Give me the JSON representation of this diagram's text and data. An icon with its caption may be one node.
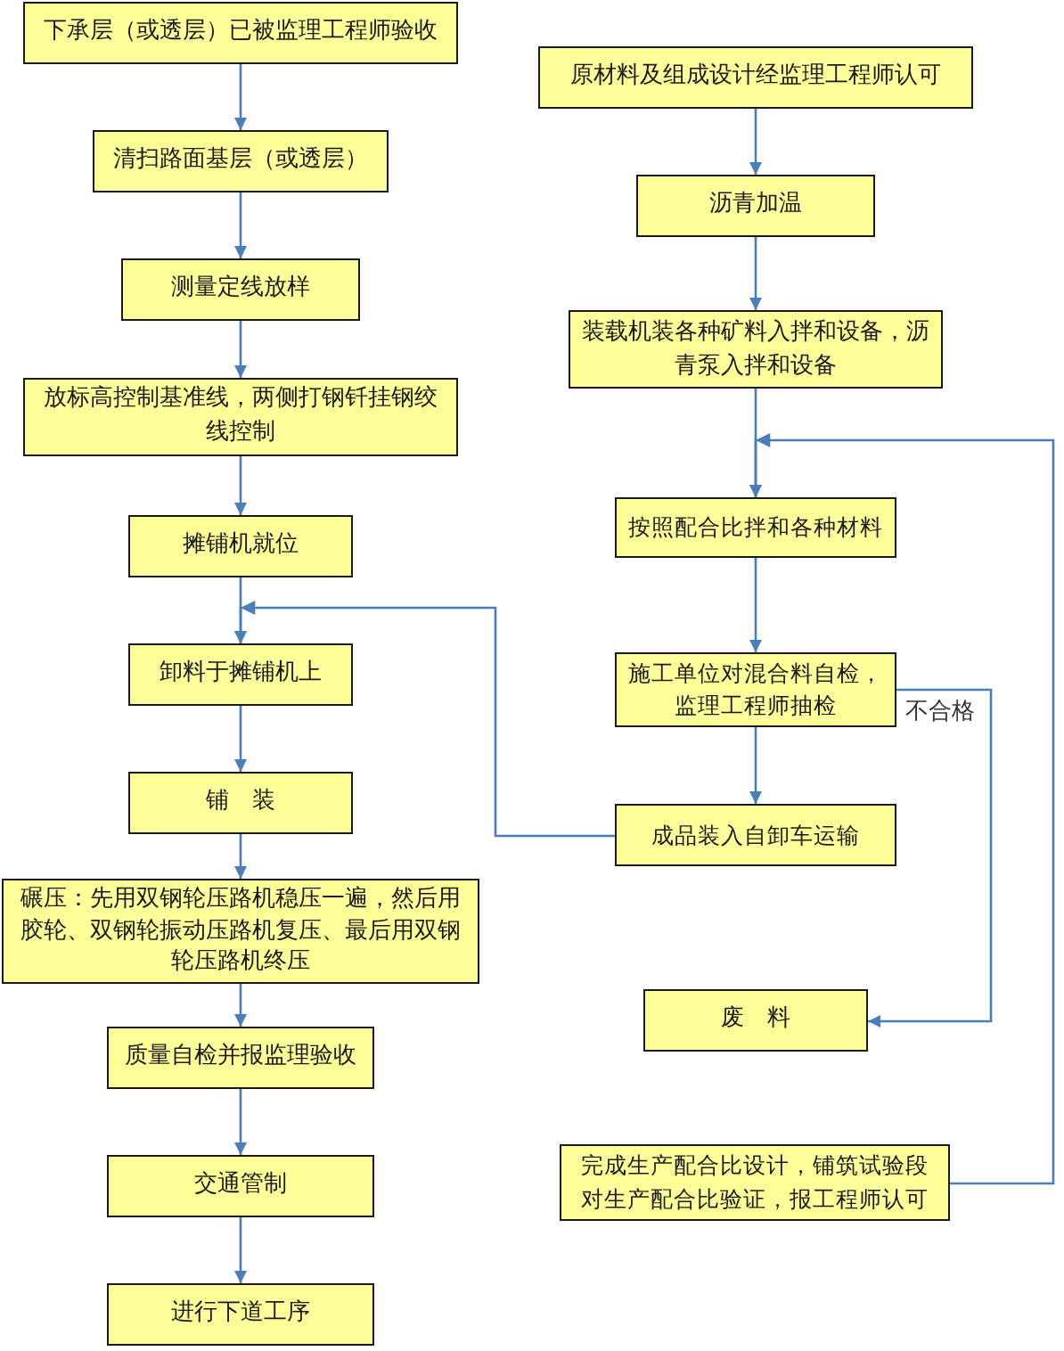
{
  "diagram": {
    "nodes": [
      {
        "text": [
          "下承层（或透层）已被监理工程师验收"
        ]
      },
      {
        "text": [
          "清扫路面基层（或透层）"
        ]
      },
      {
        "text": [
          "测量定线放样"
        ]
      },
      {
        "text": [
          "放标高控制基准线，两侧打钢钎挂钢绞线控制"
        ]
      },
      {
        "text": [
          "摊铺机就位"
        ]
      },
      {
        "text": [
          "卸料于摊铺机上"
        ]
      },
      {
        "text": [
          "铺　装"
        ]
      },
      {
        "text": [
          "碾压：先用双钢轮压路机稳压一遍，然后用胶轮、双钢轮振动压路机复压、最后用双钢轮压路机终压"
        ]
      },
      {
        "text": [
          "质量自检并报监理验收"
        ]
      },
      {
        "text": [
          "交通管制"
        ]
      },
      {
        "text": [
          "进行下道工序"
        ]
      },
      {
        "text": [
          "原材料及组成设计经监理工程师认可"
        ]
      },
      {
        "text": [
          "沥青加温"
        ]
      },
      {
        "text": [
          "装载机装各种矿料入拌和设备，沥青泵入拌和设备"
        ]
      },
      {
        "text": [
          "按照配合比拌和各种材料"
        ]
      },
      {
        "text": [
          "施工单位对混合料自检，监理工程师抽检"
        ]
      },
      {
        "text": [
          "成品装入自卸车运输"
        ]
      },
      {
        "text": [
          "废　料"
        ]
      },
      {
        "text": [
          "完成生产配合比设计，铺筑试验段对生产配合比验证，报工程师认可"
        ]
      }
    ],
    "edges": [
      {
        "from": 0,
        "to": 1,
        "arrow": "to"
      },
      {
        "from": 1,
        "to": 2,
        "arrow": "to"
      },
      {
        "from": 2,
        "to": 3,
        "arrow": "to"
      },
      {
        "from": 3,
        "to": 4,
        "arrow": "to"
      },
      {
        "from": 4,
        "to": 5,
        "arrow": "to"
      },
      {
        "from": 5,
        "to": 6,
        "arrow": "to"
      },
      {
        "from": 6,
        "to": 7,
        "arrow": "to"
      },
      {
        "from": 7,
        "to": 8,
        "arrow": "to"
      },
      {
        "from": 8,
        "to": 9,
        "arrow": "to"
      },
      {
        "from": 9,
        "to": 10,
        "arrow": "to"
      },
      {
        "from": 11,
        "to": 12,
        "arrow": "to"
      },
      {
        "from": 12,
        "to": 13,
        "arrow": "to"
      },
      {
        "from": 13,
        "to": 14,
        "arrow": "to"
      },
      {
        "from": 14,
        "to": 15,
        "arrow": "to"
      },
      {
        "from": 15,
        "to": 16,
        "arrow": "to"
      },
      {
        "from": 16,
        "to": 5,
        "arrow": "to"
      },
      {
        "from": 15,
        "to": 17,
        "arrow": "to",
        "label": "不合格"
      },
      {
        "from": 18,
        "to": 14,
        "arrow": "to"
      }
    ]
  }
}
